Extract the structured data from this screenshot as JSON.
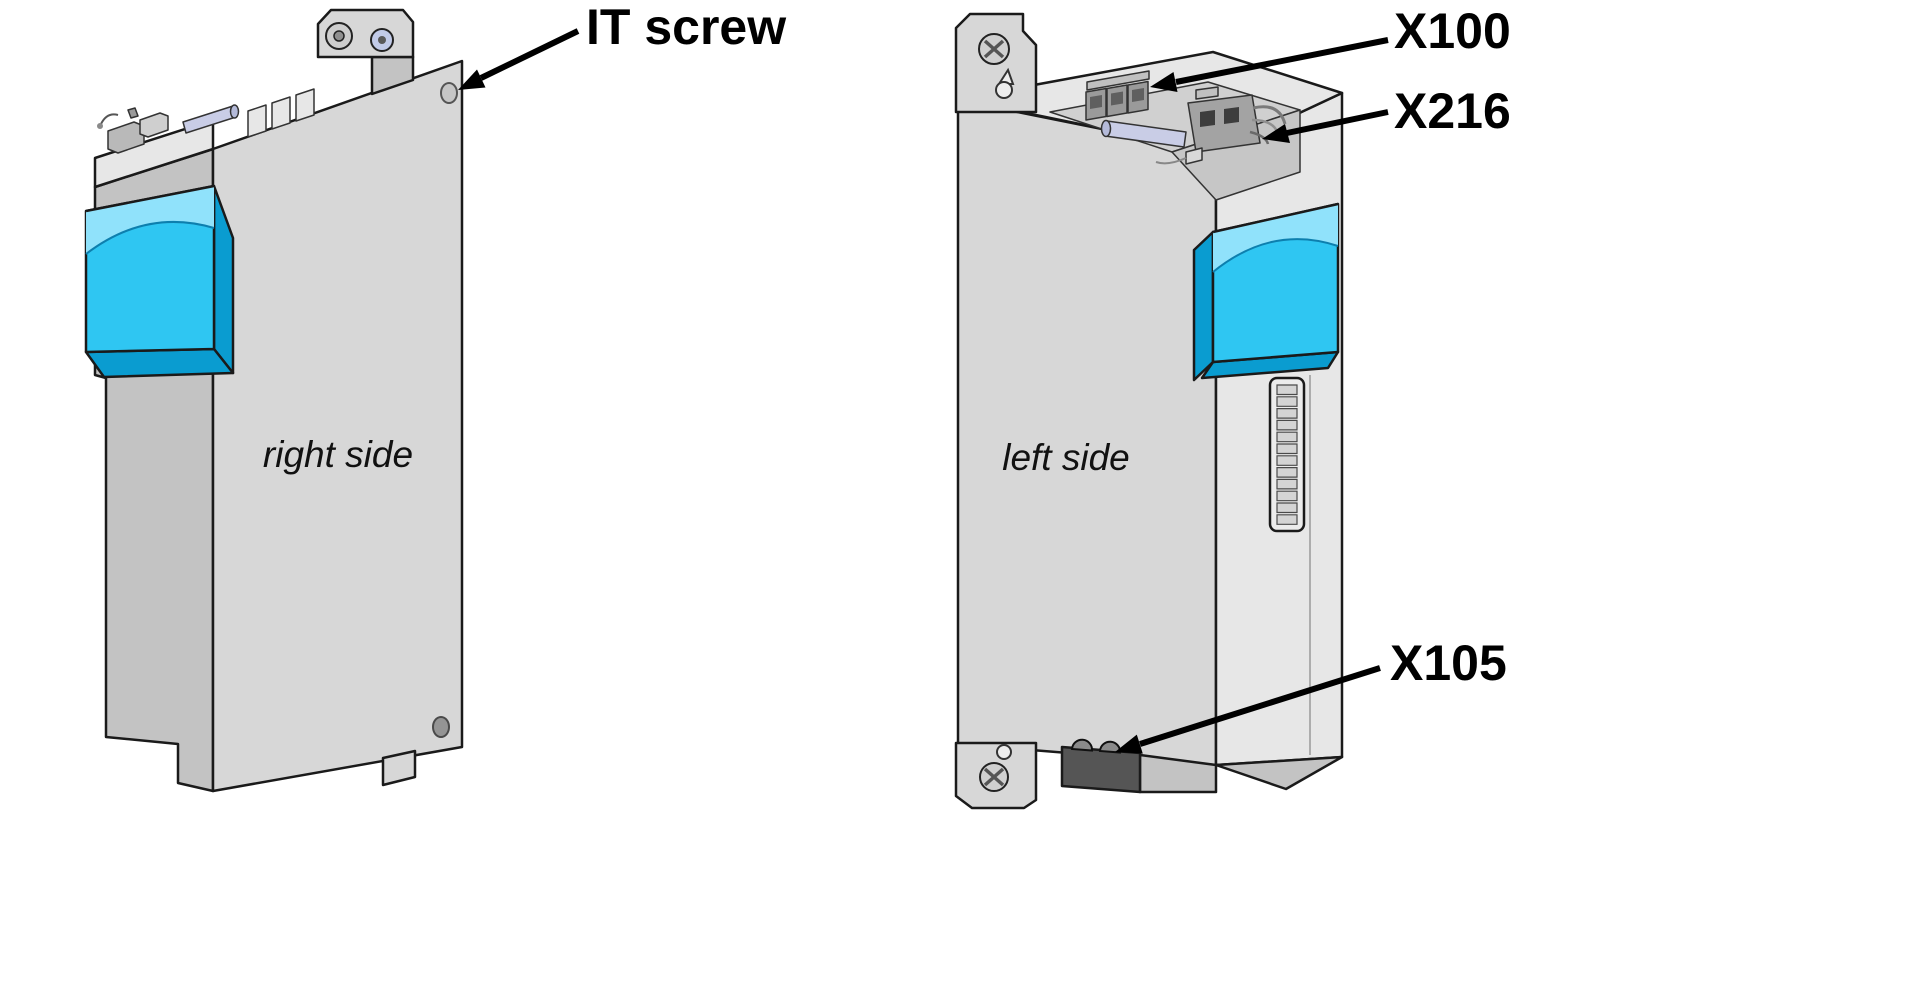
{
  "views": {
    "right": {
      "side_label": "right side",
      "callouts": {
        "it_screw": "IT screw"
      }
    },
    "left": {
      "side_label": "left side",
      "callouts": {
        "x100": "X100",
        "x216": "X216",
        "x105": "X105"
      }
    }
  },
  "colors": {
    "body": "#d7d7d7",
    "body_light": "#e7e7e7",
    "body_dark": "#c3c3c3",
    "outline": "#1a1a1a",
    "accent": "#2fc6f2",
    "accent_light": "#90e2fb",
    "accent_dark": "#0a9cd0",
    "callout_text": "#000000",
    "side_label_text": "#111111"
  }
}
